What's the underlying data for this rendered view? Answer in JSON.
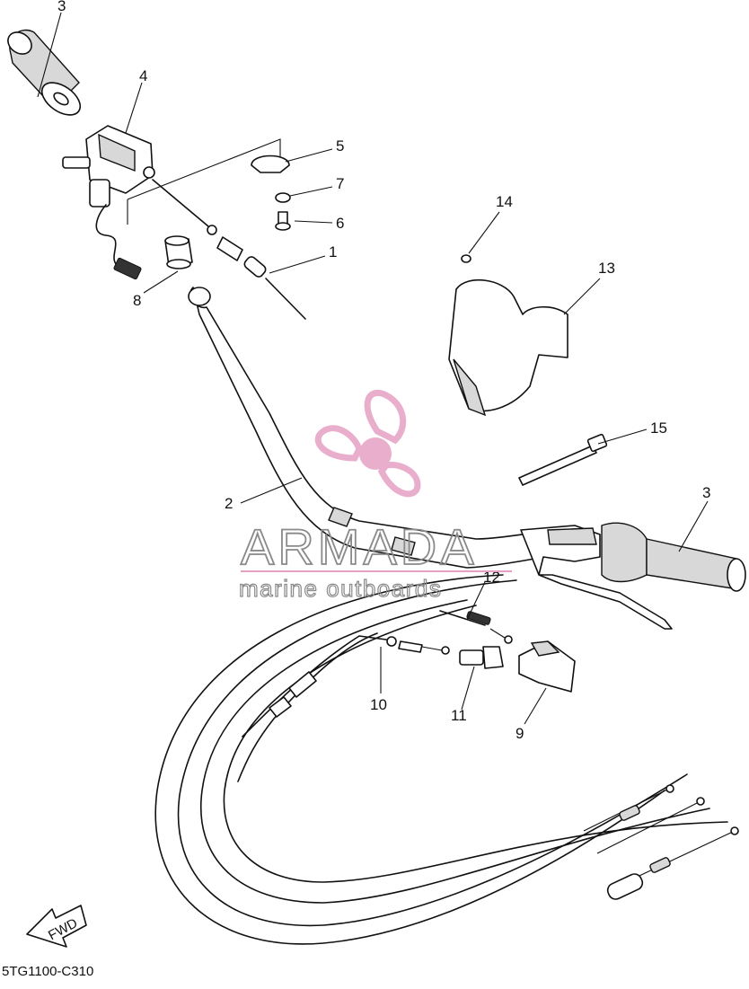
{
  "diagram": {
    "callouts": [
      {
        "id": "c3a",
        "label": "3"
      },
      {
        "id": "c4",
        "label": "4"
      },
      {
        "id": "c5",
        "label": "5"
      },
      {
        "id": "c7",
        "label": "7"
      },
      {
        "id": "c6",
        "label": "6"
      },
      {
        "id": "c1",
        "label": "1"
      },
      {
        "id": "c8",
        "label": "8"
      },
      {
        "id": "c14",
        "label": "14"
      },
      {
        "id": "c13",
        "label": "13"
      },
      {
        "id": "c15",
        "label": "15"
      },
      {
        "id": "c2",
        "label": "2"
      },
      {
        "id": "c3b",
        "label": "3"
      },
      {
        "id": "c12",
        "label": "12"
      },
      {
        "id": "c10",
        "label": "10"
      },
      {
        "id": "c11",
        "label": "11"
      },
      {
        "id": "c9",
        "label": "9"
      }
    ],
    "fwd_label": "FWD",
    "figure_code": "5TG1100-C310"
  },
  "watermark": {
    "brand": "ARMADA",
    "tagline": "marine outboards",
    "accent_color": "#e6a0c4"
  }
}
